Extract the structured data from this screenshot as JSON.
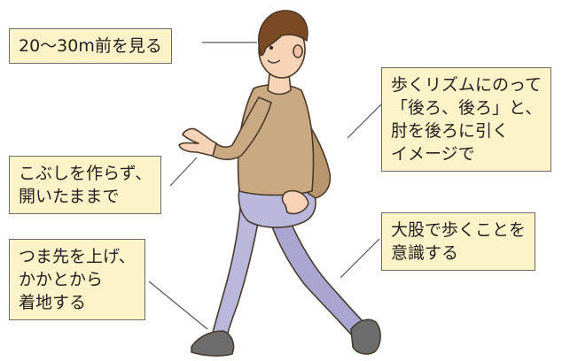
{
  "callouts": {
    "gaze": {
      "lines": [
        "20〜30m前を見る"
      ]
    },
    "arm": {
      "lines": [
        "歩くリズムにのって",
        "「後ろ、後ろ」と、",
        "肘を後ろに引く",
        "イメージで"
      ]
    },
    "hand": {
      "lines": [
        "こぶしを作らず、",
        "開いたままで"
      ]
    },
    "stride": {
      "lines": [
        "大股で歩くことを",
        "意識する"
      ]
    },
    "foot": {
      "lines": [
        "つま先を上げ、",
        "かかとから",
        "着地する"
      ]
    }
  },
  "colors": {
    "callout_fill": "#fdf3c8",
    "callout_border": "#6b6b6b",
    "sweater": "#c9a982",
    "pants": "#b9b7dc",
    "shoes": "#6d6d6d",
    "skin": "#f7d3b8",
    "hair": "#7a4a22"
  }
}
